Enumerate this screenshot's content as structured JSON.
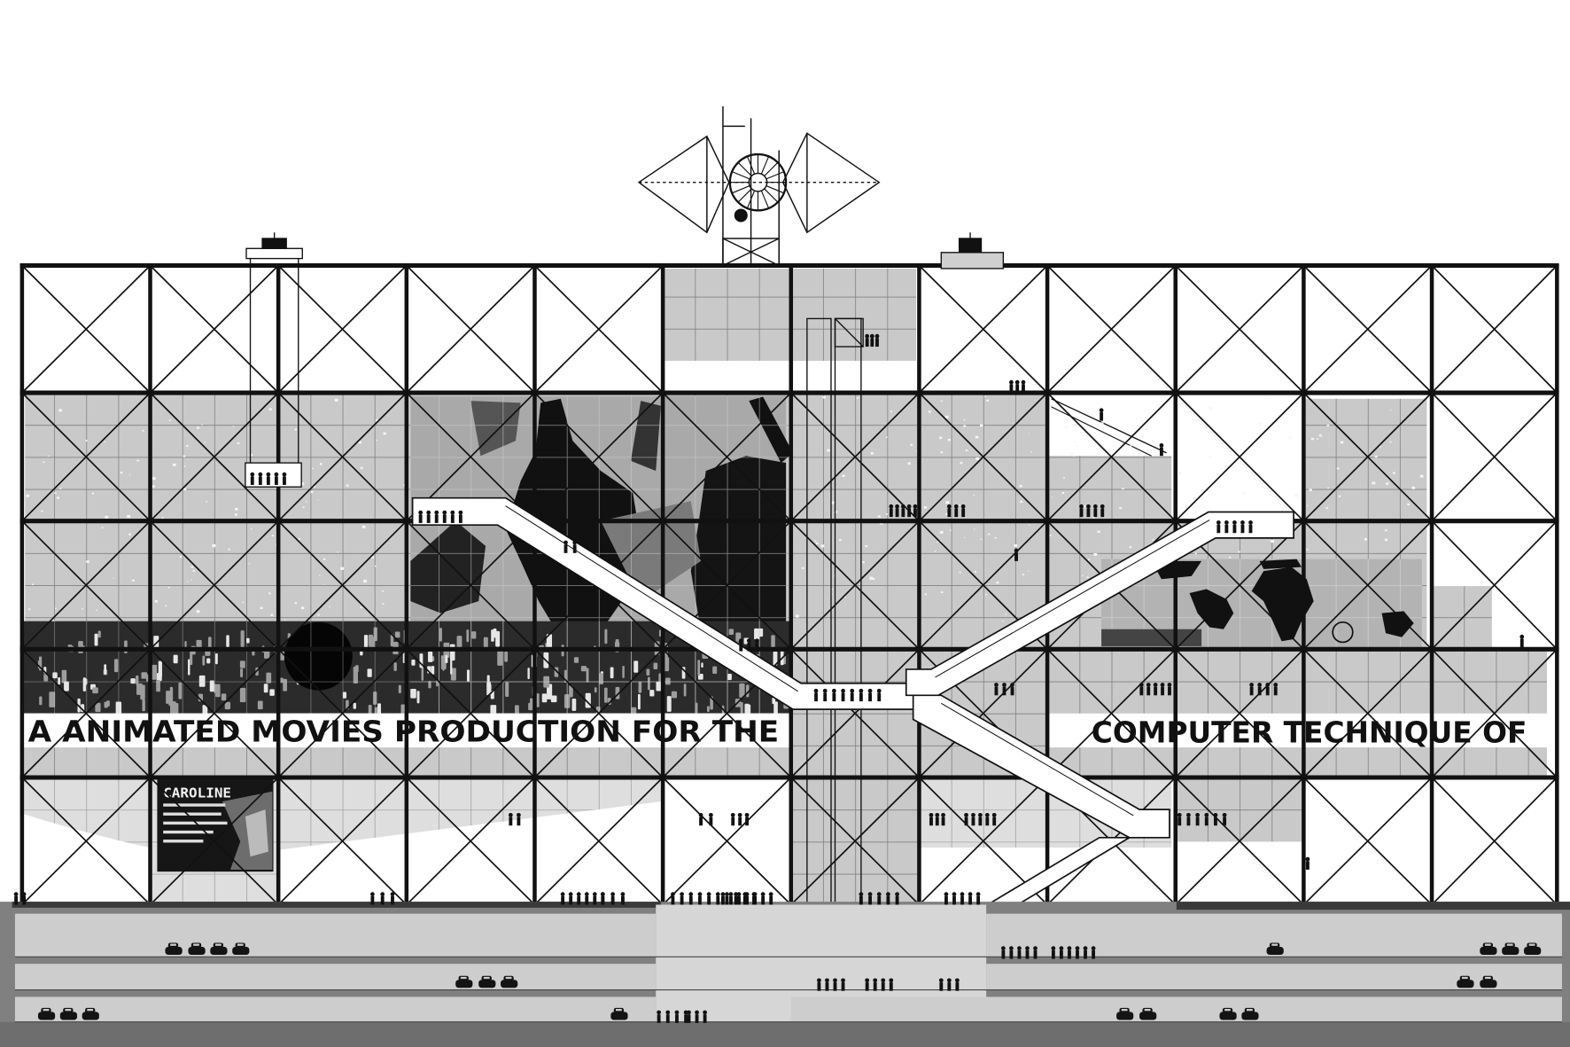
{
  "banner": {
    "left_text": "A ANIMATED MOVIES PRODUCTION FOR THE",
    "right_text": "COMPUTER TECHNIQUE OF"
  },
  "poster": {
    "title": "CAROLINE"
  },
  "colors": {
    "ink": "#111111",
    "paper": "#ffffff",
    "facade_grey": "#c9c9c9",
    "film_band": "#2b2b2b",
    "basement_grey": "#808080",
    "basement_light": "#cdcdcd"
  }
}
